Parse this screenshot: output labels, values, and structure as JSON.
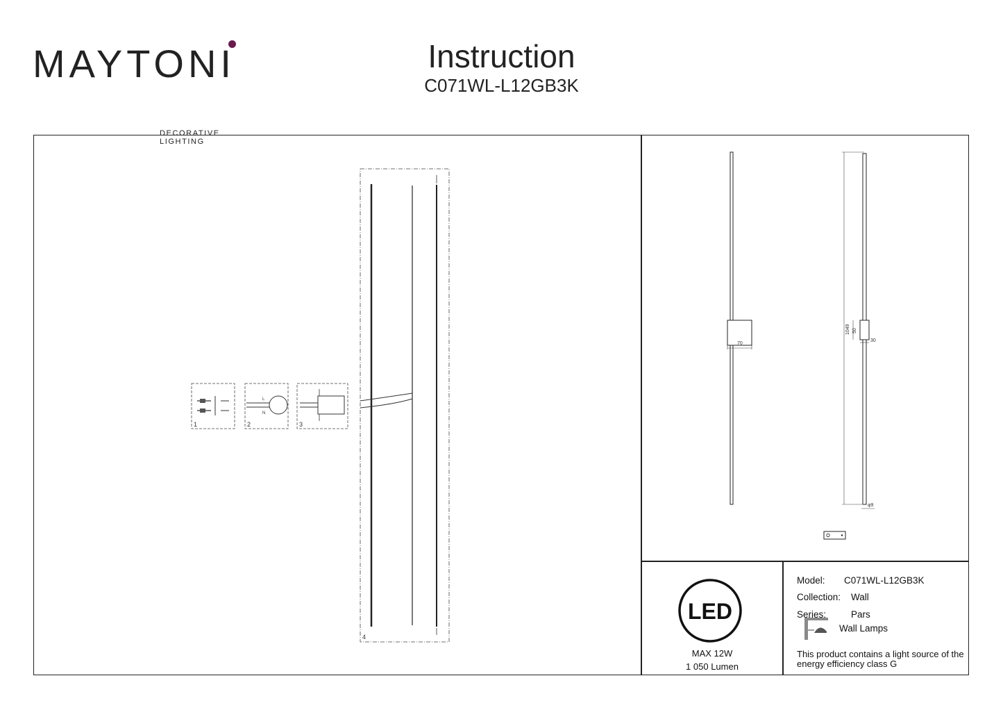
{
  "brand": {
    "name": "MAYTONI",
    "tagline": "DECORATIVE LIGHTING",
    "accent_color": "#6b1a4f"
  },
  "header": {
    "title": "Instruction",
    "model_code": "C071WL-L12GB3K"
  },
  "steps": {
    "step1": "1",
    "step2": "2",
    "step3": "3",
    "step4": "4",
    "wire_l": "L",
    "wire_n": "N"
  },
  "dimensions": {
    "width_70": "70",
    "height_50": "50",
    "depth_30": "30",
    "total_1049": "1049",
    "diameter": "φ9"
  },
  "led_badge": {
    "label": "LED",
    "power": "MAX 12W",
    "lumen": "1 050 Lumen"
  },
  "specs": {
    "model_label": "Model:",
    "model_value": "C071WL-L12GB3K",
    "collection_label": "Collection:",
    "collection_value": "Wall",
    "series_label": "Series:",
    "series_value": "Pars",
    "type_value": "Wall Lamps",
    "energy_note_line1": "This product contains a light source of the",
    "energy_note_line2": "energy efficiency class G"
  }
}
